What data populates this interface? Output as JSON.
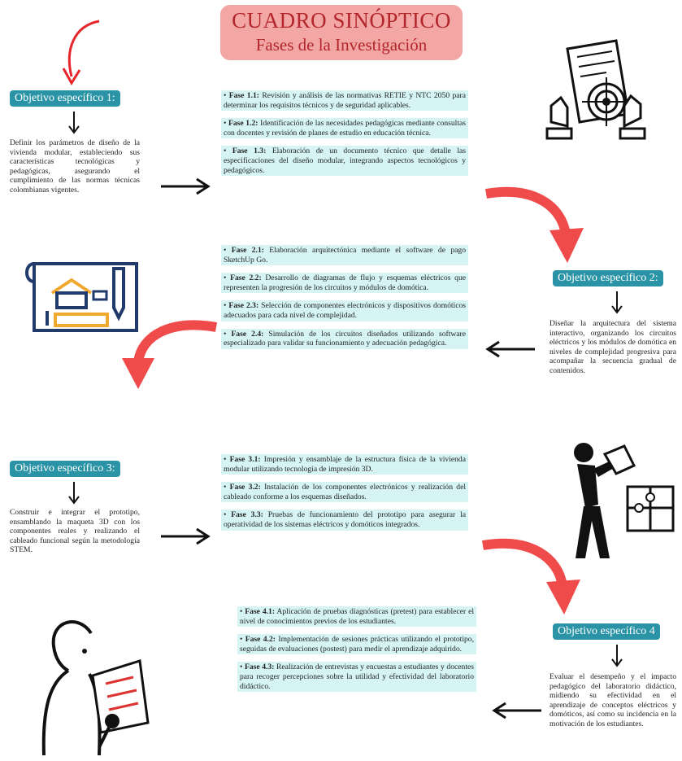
{
  "header": {
    "title": "CUADRO SINÓPTICO",
    "subtitle": "Fases de la Investigación"
  },
  "objectives": [
    {
      "label": "Objetivo específico 1:",
      "text": "Definir los parámetros de diseño de la vivienda modular, estableciendo sus características tecnológicas y pedagógicas, asegurando el cumplimiento de las normas técnicas colombianas vigentes."
    },
    {
      "label": "Objetivo específico 2:",
      "text": "Diseñar la arquitectura del sistema interactivo, organizando los circuitos eléctricos y los módulos de domótica en niveles de complejidad progresiva para acompañar la secuencia gradual de contenidos."
    },
    {
      "label": "Objetivo específico 3:",
      "text": "Construir e integrar el prototipo, ensamblando la maqueta 3D con los componentes reales y realizando el cableado funcional según la metodología STEM."
    },
    {
      "label": "Objetivo específico 4",
      "text": "Evaluar el desempeño y el impacto pedagógico del laboratorio didáctico, midiendo su efectividad en el aprendizaje de conceptos eléctricos y domóticos, así como su incidencia en la motivación de los estudiantes."
    }
  ],
  "phases": [
    [
      {
        "name": "Fase 1.1:",
        "text": " Revisión y análisis de las normativas RETIE y NTC 2050 para determinar los requisitos técnicos y de seguridad aplicables."
      },
      {
        "name": "Fase 1.2:",
        "text": " Identificación de las necesidades pedagógicas mediante consultas con docentes y revisión de planes de estudio en educación técnica."
      },
      {
        "name": "Fase 1.3:",
        "text": " Elaboración de un documento técnico que detalle las especificaciones del diseño modular, integrando aspectos tecnológicos y pedagógicos."
      }
    ],
    [
      {
        "name": "Fase 2.1:",
        "text": " Elaboración arquitectónica mediante el software de pago SketchUp Go."
      },
      {
        "name": "Fase 2.2:",
        "text": " Desarrollo de diagramas de flujo y esquemas eléctricos que representen la progresión de los circuitos y módulos de domótica."
      },
      {
        "name": "Fase 2.3:",
        "text": " Selección de componentes electrónicos y dispositivos domóticos adecuados para cada nivel de complejidad."
      },
      {
        "name": "Fase 2.4:",
        "text": " Simulación de los circuitos diseñados utilizando software especializado para validar su funcionamiento y adecuación pedagógica."
      }
    ],
    [
      {
        "name": "Fase 3.1:",
        "text": " Impresión y ensamblaje de la estructura física de la vivienda modular utilizando tecnología de impresión 3D."
      },
      {
        "name": "Fase 3.2:",
        "text": " Instalación de los componentes electrónicos y realización del cableado conforme a los esquemas diseñados."
      },
      {
        "name": "Fase 3.3:",
        "text": " Pruebas de funcionamiento del prototipo para asegurar la operatividad de los sistemas eléctricos y domóticos integrados."
      }
    ],
    [
      {
        "name": "Fase 4.1:",
        "text": " Aplicación de pruebas diagnósticas (pretest) para establecer el nivel de conocimientos previos de los estudiantes."
      },
      {
        "name": "Fase 4.2:",
        "text": " Implementación de sesiones prácticas utilizando el prototipo, seguidas de evaluaciones (postest) para medir el aprendizaje adquirido."
      },
      {
        "name": "Fase 4.3:",
        "text": " Realización de entrevistas y encuestas a estudiantes y docentes para recoger percepciones sobre la utilidad y efectividad del laboratorio didáctico."
      }
    ]
  ],
  "colors": {
    "accent": "#2a93a6",
    "phase_bg": "#d6f4f4",
    "title_bg": "#f3a7a4",
    "title_text": "#b3262c",
    "curve_arrow": "#ef4b4b"
  }
}
